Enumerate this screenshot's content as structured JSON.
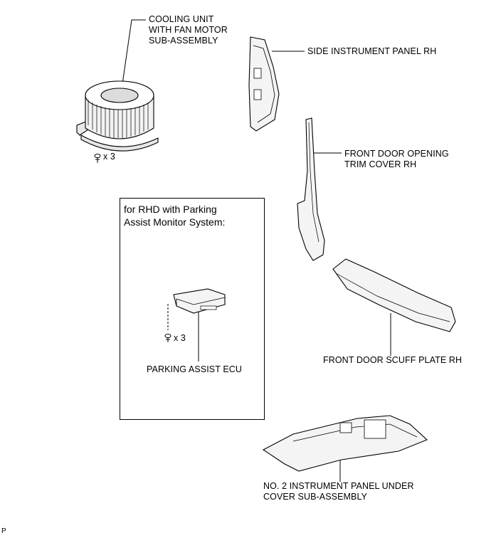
{
  "labels": {
    "cooling_unit": "COOLING UNIT\nWITH FAN MOTOR\nSUB-ASSEMBLY",
    "side_panel": "SIDE INSTRUMENT PANEL RH",
    "door_trim": "FRONT DOOR OPENING\nTRIM COVER RH",
    "scuff_plate": "FRONT DOOR SCUFF PLATE RH",
    "under_cover": "NO. 2 INSTRUMENT PANEL UNDER\nCOVER SUB-ASSEMBLY",
    "screw_qty_1": "x 3",
    "screw_qty_2": "x 3",
    "ecu": "PARKING ASSIST ECU",
    "corner_mark": "P"
  },
  "inset": {
    "title": "for RHD with Parking\nAssist Monitor System:"
  }
}
